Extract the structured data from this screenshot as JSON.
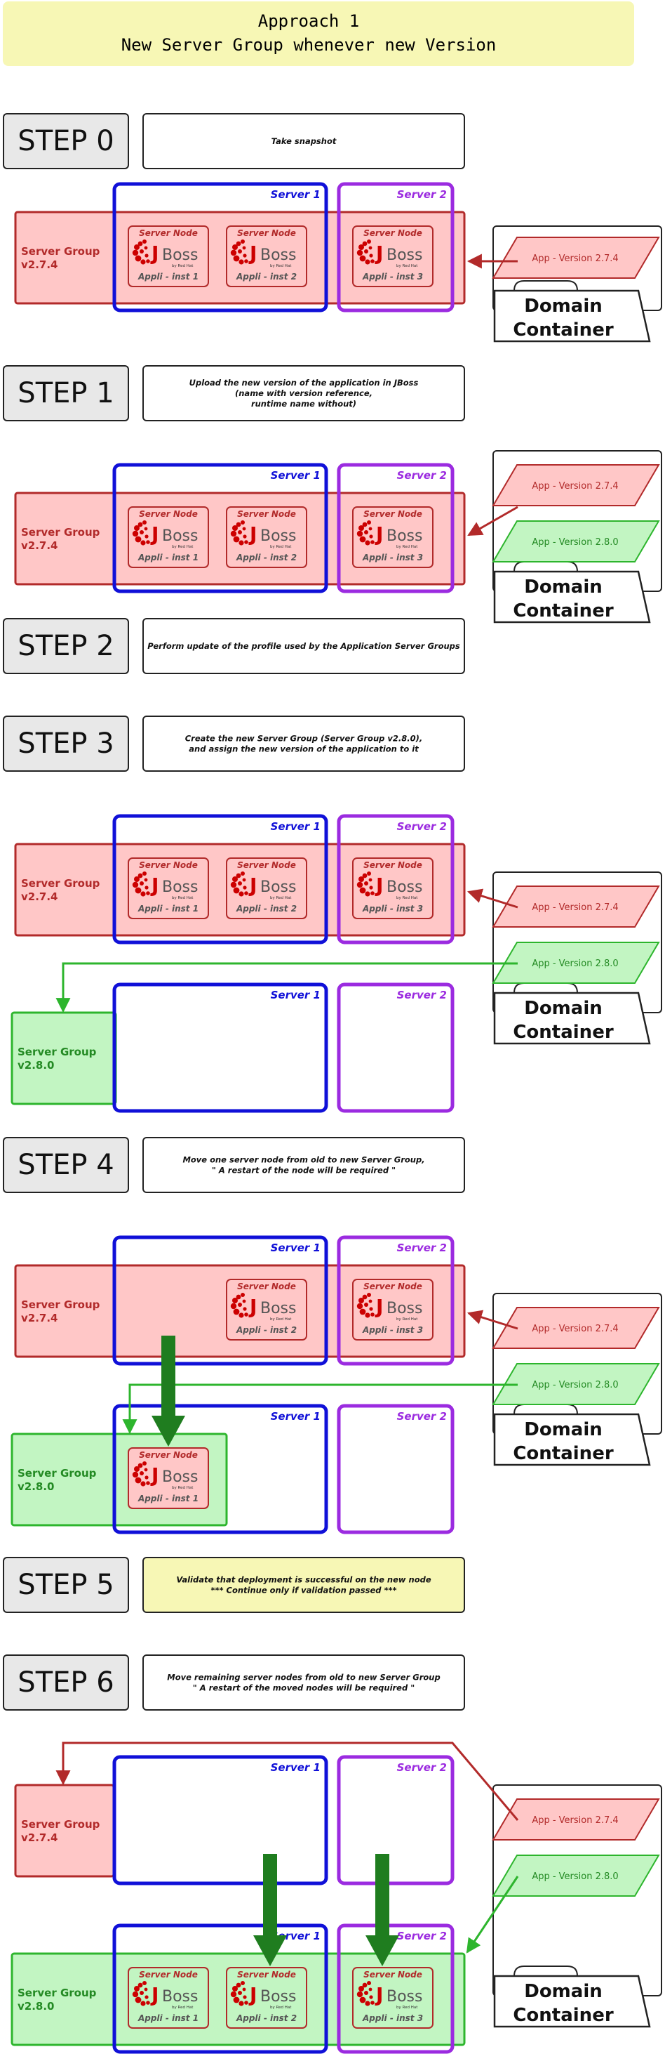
{
  "header": {
    "line1": "Approach 1",
    "line2": "New Server Group whenever new Version"
  },
  "labels": {
    "server1": "Server 1",
    "server2": "Server 2",
    "server_node": "Server Node",
    "jboss_logo": "JBoss by Red Hat",
    "sg_old_l1": "Server Group",
    "sg_old_l2": "v2.7.4",
    "sg_new_l1": "Server Group",
    "sg_new_l2": "v2.8.0",
    "app_old": "App - Version 2.7.4",
    "app_new": "App - Version 2.8.0",
    "dc_l1": "Domain",
    "dc_l2": "Container",
    "inst1": "Appli - inst 1",
    "inst2": "Appli - inst 2",
    "inst3": "Appli - inst 3"
  },
  "steps": [
    {
      "label": "STEP 0",
      "desc": [
        "Take snapshot"
      ]
    },
    {
      "label": "STEP 1",
      "desc": [
        "Upload the new version of the application in JBoss",
        "(name with version reference,",
        "runtime name without)"
      ]
    },
    {
      "label": "STEP 2",
      "desc": [
        "Perform update of the profile used by the Application Server Groups"
      ]
    },
    {
      "label": "STEP 3",
      "desc": [
        "Create the new Server Group (Server Group v2.8.0),",
        "and assign the new version of the application to it"
      ]
    },
    {
      "label": "STEP 4",
      "desc": [
        "Move one server node from old to new Server Group,",
        "\" A restart of the node will be required \""
      ]
    },
    {
      "label": "STEP 5",
      "desc": [
        "Validate that deployment is successful on the new node",
        "*** Continue only if validation passed ***"
      ]
    },
    {
      "label": "STEP 6",
      "desc": [
        "Move remaining server nodes from old to new Server Group",
        "\" A restart of the moved nodes will be required \""
      ]
    }
  ],
  "colors": {
    "old_fill": "#ffc7c7",
    "old_stroke": "#b22a2a",
    "new_fill": "#c2f5c2",
    "new_stroke": "#2db52d",
    "server1": "#1010d8",
    "server2": "#9b2be0",
    "header_fill": "#f7f7b5",
    "step_fill": "#e8e8e8",
    "move_arrow": "#1f7d1f",
    "jboss_red": "#cc0000"
  }
}
